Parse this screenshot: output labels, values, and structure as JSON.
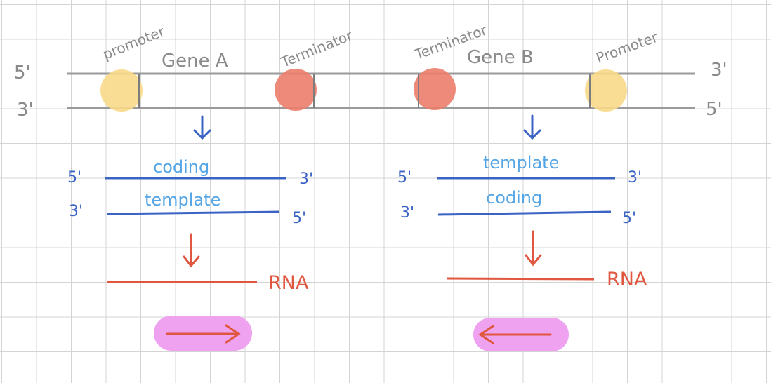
{
  "colors": {
    "grid": "#d4d4d4",
    "dna_line": "#9a9a9a",
    "promoter": "#f8d98a",
    "terminator": "#ec7d6c",
    "blue_dark": "#3b63c4",
    "blue_light": "#56a6e6",
    "rna": "#e0573f",
    "direction_pill": "#eea2ef"
  },
  "gene_a": {
    "promoter_label": "promoter",
    "gene_label": "Gene A",
    "terminator_label": "Terminator",
    "strand_top_label": "coding",
    "strand_bottom_label": "template",
    "top_5": "5'",
    "top_3": "3'",
    "bottom_3": "3'",
    "bottom_5": "5'",
    "rna_label": "RNA",
    "direction": "right"
  },
  "gene_b": {
    "terminator_label": "Terminator",
    "gene_label": "Gene B",
    "promoter_label": "Promoter",
    "strand_top_label": "template",
    "strand_bottom_label": "coding",
    "top_5": "5'",
    "top_3": "3'",
    "bottom_3": "3'",
    "bottom_5": "5'",
    "rna_label": "RNA",
    "direction": "left"
  },
  "dna_ends": {
    "left_top": "5'",
    "left_bottom": "3'",
    "right_top": "3'",
    "right_bottom": "5'"
  }
}
